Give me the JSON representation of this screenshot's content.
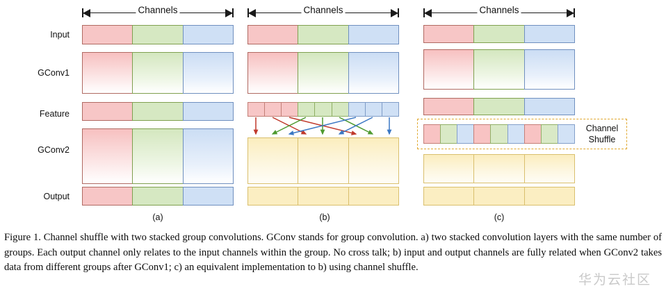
{
  "figure": {
    "caption": "Figure 1. Channel shuffle with two stacked group convolutions. GConv stands for group convolution. a) two stacked convolution layers with the same number of groups. Each output channel only relates to the input channels within the group. No cross talk; b) input and output channels are fully related when GConv2 takes data from different groups after GConv1; c) an equivalent implementation to b) using channel shuffle.",
    "watermark": "华为云社区"
  },
  "axis": {
    "label": "Channels"
  },
  "row_labels": [
    {
      "id": "input",
      "label": "Input"
    },
    {
      "id": "gconv1",
      "label": "GConv1"
    },
    {
      "id": "feature",
      "label": "Feature"
    },
    {
      "id": "gconv2",
      "label": "GConv2"
    },
    {
      "id": "output",
      "label": "Output"
    }
  ],
  "panels": [
    {
      "id": "a",
      "caption": "(a)"
    },
    {
      "id": "b",
      "caption": "(b)"
    },
    {
      "id": "c",
      "caption": "(c)"
    }
  ],
  "annotation": {
    "channel_shuffle_label": "Channel\nShuffle"
  },
  "colors": {
    "group_red_fill": "#f7c6c6",
    "group_red_border": "#b06a62",
    "group_green_fill": "#d6e8c2",
    "group_green_border": "#7fa04f",
    "group_blue_fill": "#cfe0f5",
    "group_blue_border": "#6f8fbf",
    "group_yellow_fill": "#fbeec2",
    "group_yellow_border": "#d9bf6d",
    "shuffle_box_border": "#e0a82e",
    "axis_line": "#1a1a1a",
    "text": "#111111",
    "watermark": "#c9c9c9"
  },
  "chart_data": {
    "type": "diagram",
    "title": "Channel shuffle with two stacked group convolutions",
    "groups": 3,
    "group_colors": [
      "red",
      "green",
      "blue"
    ],
    "panel_a": {
      "caption": "(a)",
      "rows": [
        {
          "name": "Input",
          "style": "flat",
          "segments": [
            "red",
            "green",
            "blue"
          ]
        },
        {
          "name": "GConv1",
          "style": "gradient",
          "segments": [
            "red",
            "green",
            "blue"
          ]
        },
        {
          "name": "Feature",
          "style": "flat",
          "segments": [
            "red",
            "green",
            "blue"
          ]
        },
        {
          "name": "GConv2",
          "style": "gradient",
          "segments": [
            "red",
            "green",
            "blue"
          ]
        },
        {
          "name": "Output",
          "style": "flat",
          "segments": [
            "red",
            "green",
            "blue"
          ]
        }
      ]
    },
    "panel_b": {
      "caption": "(b)",
      "rows": [
        {
          "name": "Input",
          "style": "flat",
          "segments": [
            "red",
            "green",
            "blue"
          ]
        },
        {
          "name": "GConv1",
          "style": "gradient",
          "segments": [
            "red",
            "green",
            "blue"
          ]
        },
        {
          "name": "Feature",
          "style": "subdivided",
          "subcells": [
            "red",
            "red",
            "red",
            "green",
            "green",
            "green",
            "blue",
            "blue",
            "blue"
          ]
        },
        {
          "name": "GConv2",
          "style": "gradient",
          "segments": [
            "yellow",
            "yellow",
            "yellow"
          ]
        },
        {
          "name": "Output",
          "style": "flat",
          "segments": [
            "yellow",
            "yellow",
            "yellow"
          ]
        }
      ],
      "arrows": [
        {
          "from_cell": 0,
          "to_cell": 0,
          "color": "red"
        },
        {
          "from_cell": 1,
          "to_cell": 3,
          "color": "red"
        },
        {
          "from_cell": 2,
          "to_cell": 6,
          "color": "red"
        },
        {
          "from_cell": 3,
          "to_cell": 1,
          "color": "green"
        },
        {
          "from_cell": 4,
          "to_cell": 4,
          "color": "green"
        },
        {
          "from_cell": 5,
          "to_cell": 7,
          "color": "green"
        },
        {
          "from_cell": 6,
          "to_cell": 2,
          "color": "blue"
        },
        {
          "from_cell": 7,
          "to_cell": 5,
          "color": "blue"
        },
        {
          "from_cell": 8,
          "to_cell": 8,
          "color": "blue"
        }
      ]
    },
    "panel_c": {
      "caption": "(c)",
      "rows": [
        {
          "name": "Input",
          "style": "flat",
          "segments": [
            "red",
            "green",
            "blue"
          ]
        },
        {
          "name": "GConv1",
          "style": "gradient",
          "segments": [
            "red",
            "green",
            "blue"
          ]
        },
        {
          "name": "Feature",
          "style": "flat",
          "segments": [
            "red",
            "green",
            "blue"
          ]
        },
        {
          "name": "Channel Shuffle",
          "style": "shuffle",
          "cells": [
            "red",
            "green",
            "blue",
            "red",
            "green",
            "blue",
            "red",
            "green",
            "blue"
          ]
        },
        {
          "name": "GConv2",
          "style": "gradient",
          "segments": [
            "yellow",
            "yellow",
            "yellow"
          ]
        },
        {
          "name": "Output",
          "style": "flat",
          "segments": [
            "yellow",
            "yellow",
            "yellow"
          ]
        }
      ]
    }
  }
}
